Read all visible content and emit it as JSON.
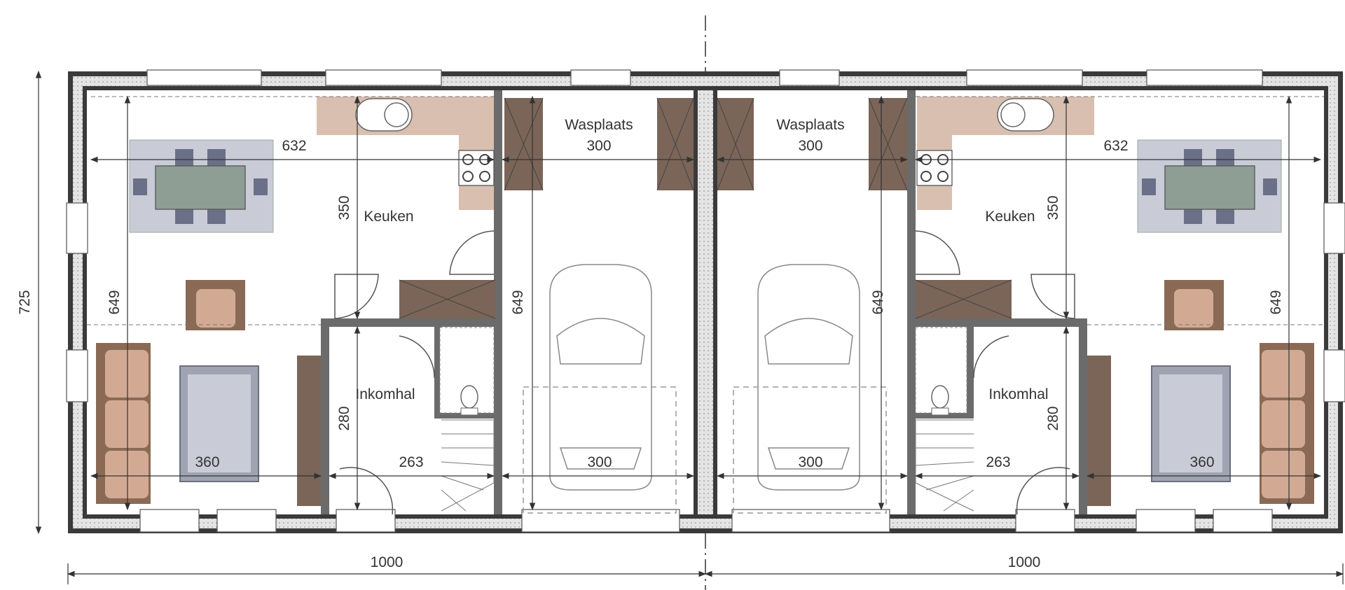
{
  "colors": {
    "wall": "#3a3a3a",
    "insulation": "#dcdcdc",
    "counter": "#d8bfb0",
    "cabinet": "#7a6558",
    "rug": "#c9ccd6",
    "sofa": "#c8a08a",
    "table": "#8f9e94",
    "chair": "#6a7088"
  },
  "units": [
    {
      "rooms": {
        "laundry": "Wasplaats",
        "kitchen": "Keuken",
        "hall": "Inkomhal"
      },
      "dims": {
        "living_width": "632",
        "laundry_width": "300",
        "kitchen_depth": "350",
        "living_depth": "649",
        "garage_depth": "649",
        "hall_depth": "280",
        "hall_width": "263",
        "garage_width": "300",
        "living_lower": "360"
      }
    },
    {
      "rooms": {
        "laundry": "Wasplaats",
        "kitchen": "Keuken",
        "hall": "Inkomhal"
      },
      "dims": {
        "living_width": "632",
        "laundry_width": "300",
        "kitchen_depth": "350",
        "living_depth": "649",
        "garage_depth": "649",
        "hall_depth": "280",
        "hall_width": "263",
        "garage_width": "300",
        "living_lower": "360"
      }
    }
  ],
  "overall": {
    "depth": "725",
    "width_left": "1000",
    "width_right": "1000"
  }
}
